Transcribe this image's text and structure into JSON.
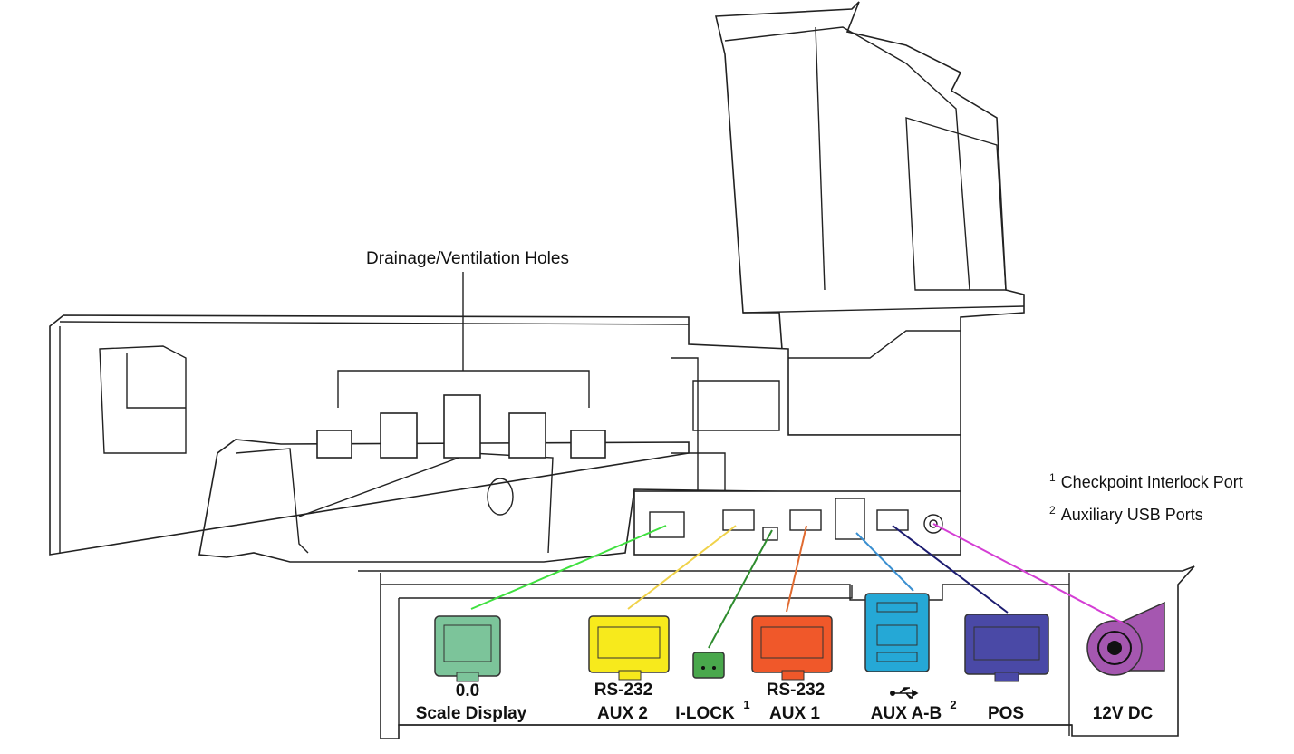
{
  "callout": {
    "label": "Drainage/Ventilation Holes"
  },
  "footnotes": [
    {
      "marker": "1",
      "text": "Checkpoint Interlock Port"
    },
    {
      "marker": "2",
      "text": "Auxiliary USB Ports"
    }
  ],
  "ports": [
    {
      "id": "scale-display",
      "line1": "0.0",
      "line2": "Scale Display",
      "color": "#7cc49a",
      "leader_color": "#3fe03f"
    },
    {
      "id": "aux2",
      "line1": "RS-232",
      "line2": "AUX 2",
      "color": "#f7ea1c",
      "leader_color": "#f0d24a"
    },
    {
      "id": "ilock",
      "line1": "",
      "line2": "I-LOCK",
      "sup": "1",
      "color": "#49a84c",
      "leader_color": "#2e8c2e"
    },
    {
      "id": "aux1",
      "line1": "RS-232",
      "line2": "AUX 1",
      "color": "#f0582a",
      "leader_color": "#e06a30"
    },
    {
      "id": "aux-ab",
      "line1": "usb-icon",
      "line2": "AUX A-B",
      "sup": "2",
      "color": "#25a8d6",
      "leader_color": "#3a8fd0"
    },
    {
      "id": "pos",
      "line1": "",
      "line2": "POS",
      "color": "#4a49a6",
      "leader_color": "#1c1c70"
    },
    {
      "id": "12vdc",
      "line1": "",
      "line2": "12V DC",
      "color": "#a557b0",
      "leader_color": "#d43ed4"
    }
  ]
}
